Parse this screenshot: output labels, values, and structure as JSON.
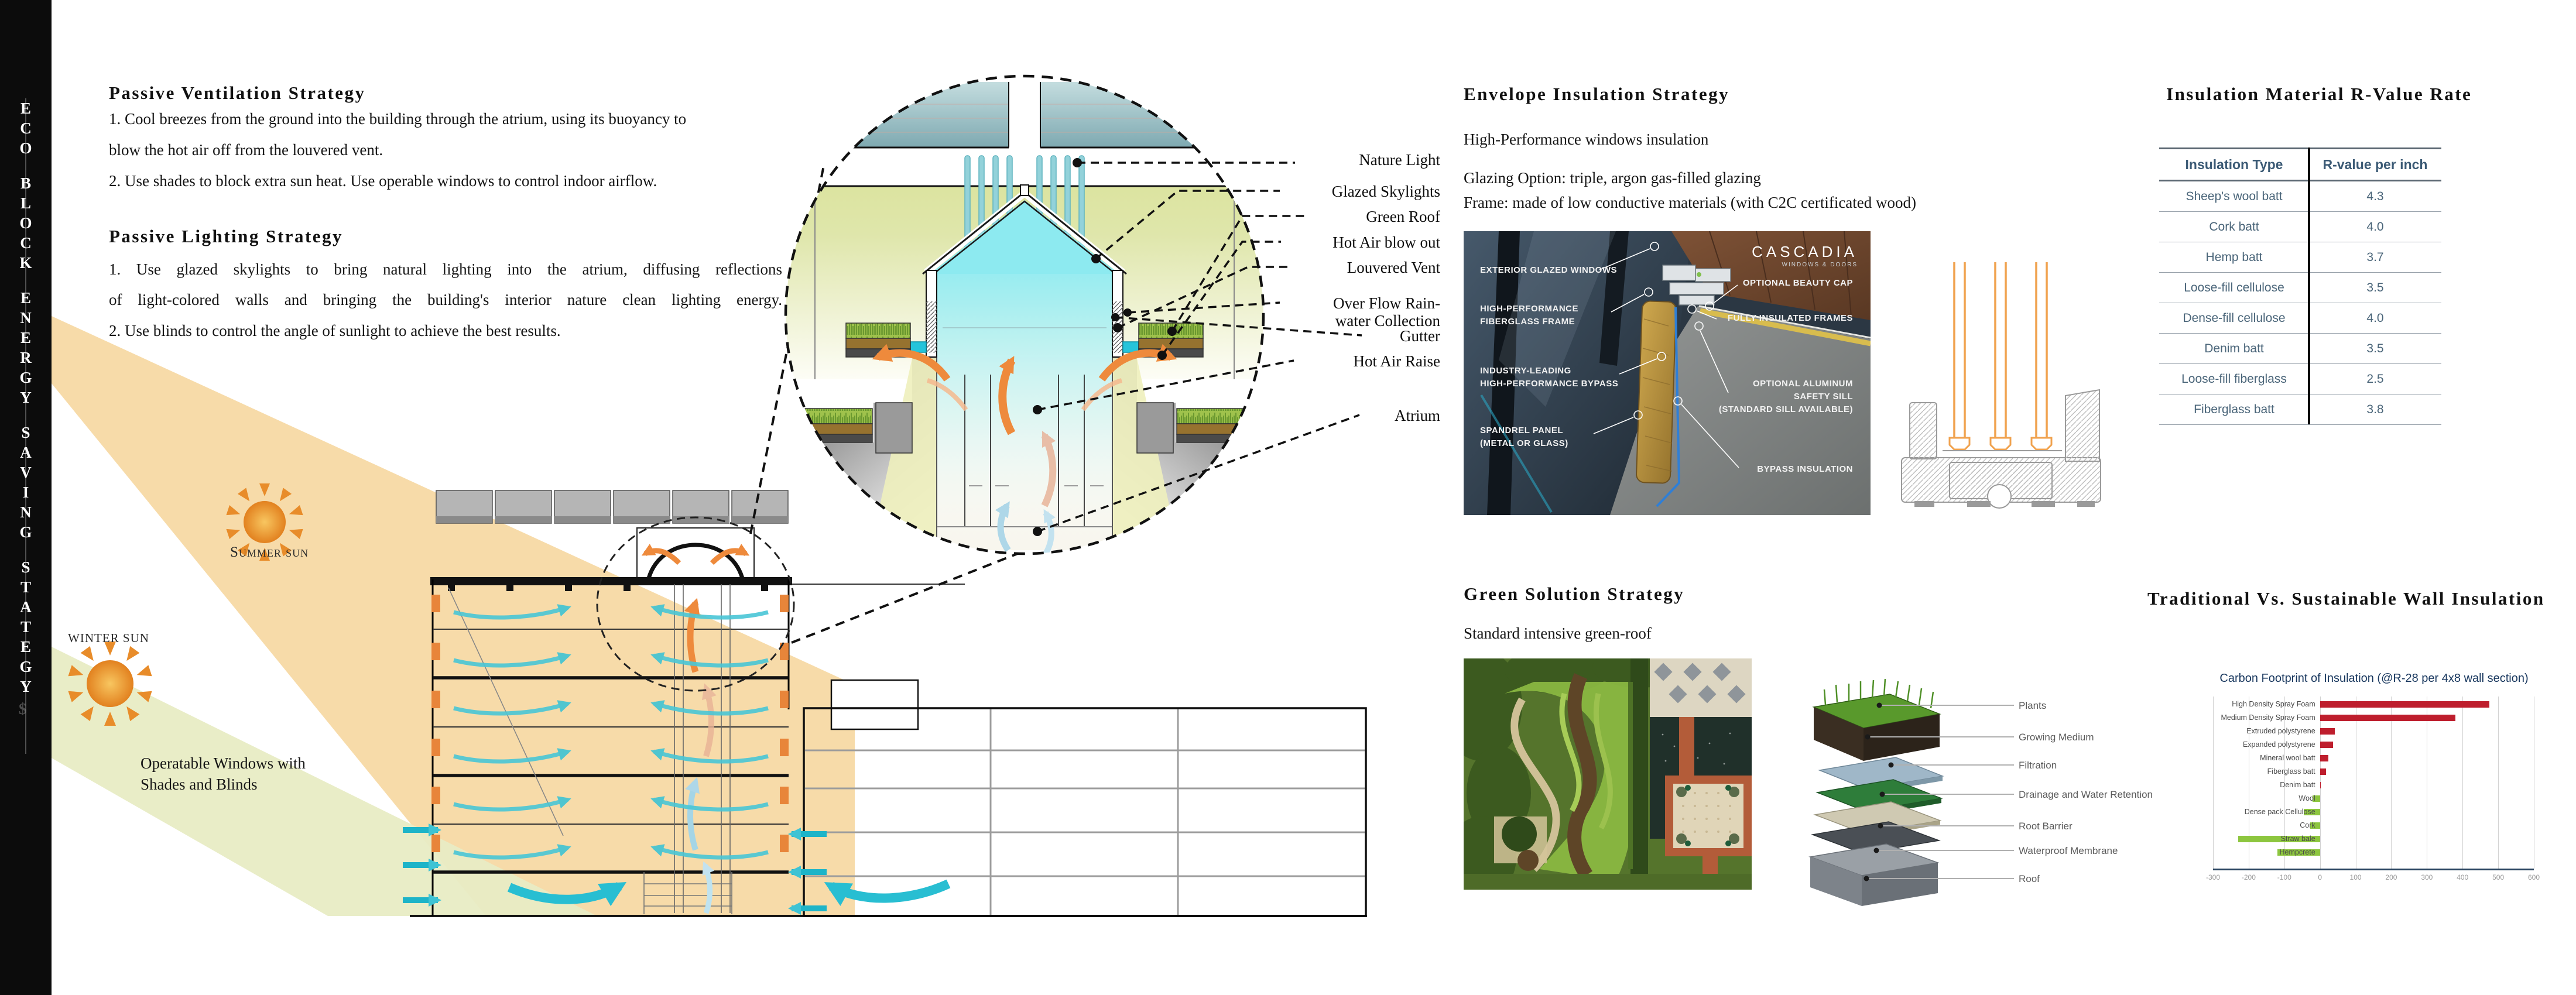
{
  "sidebar": {
    "title_words": [
      "ECO",
      "BLOCK",
      "ENERGY",
      "SAVING",
      "STATEGY"
    ],
    "ghost_glyph": "$"
  },
  "passive_ventilation": {
    "title": "Passive Ventilation Strategy",
    "line1": "1. Cool breezes from the ground into the building through the atrium, using its buoyancy to",
    "line2": "blow the hot air off from the louvered vent.",
    "line3": "2. Use shades to block extra sun heat. Use operable windows to control indoor airflow."
  },
  "passive_lighting": {
    "title": "Passive Lighting Strategy",
    "line1": "1. Use glazed skylights to bring natural lighting into the atrium, diffusing reflections",
    "line2": "of light-colored walls and bringing the building's interior nature clean lighting energy.",
    "line3": "2. Use blinds to control the angle of sunlight to achieve the best results."
  },
  "section_annotations": {
    "summer_sun": "Summer sun",
    "winter_sun": "WINTER SUN",
    "window_note_line1": "Operatable Windows with",
    "window_note_line2": "Shades and Blinds"
  },
  "detail_labels": {
    "nature_light": "Nature Light",
    "glazed_skylights": "Glazed Skylights",
    "green_roof": "Green Roof",
    "hot_air_blow_out": "Hot Air blow out",
    "louvered_vent": "Louvered Vent",
    "overflow_line1": "Over Flow Rain-",
    "overflow_line2": "water Collection",
    "gutter": "Gutter",
    "hot_air_raise": "Hot Air Raise",
    "atrium": "Atrium"
  },
  "envelope": {
    "title": "Envelope Insulation Strategy",
    "line1": "High-Performance windows insulation",
    "line2": "Glazing Option: triple, argon gas-filled glazing",
    "line3": "Frame: made of low conductive materials (with C2C certificated wood)"
  },
  "cascadia": {
    "brand": "CASCADIA",
    "brand_sub": "WINDOWS & DOORS",
    "exterior_glazed": "EXTERIOR GLAZED WINDOWS",
    "high_perf_1": "HIGH-PERFORMANCE",
    "high_perf_2": "FIBERGLASS FRAME",
    "industry_1": "INDUSTRY-LEADING",
    "industry_2": "HIGH-PERFORMANCE BYPASS",
    "spandrel_1": "SPANDREL PANEL",
    "spandrel_2": "(METAL OR GLASS)",
    "beauty_cap": "OPTIONAL BEAUTY CAP",
    "fully_insulated": "FULLY INSULATED FRAMES",
    "alum_1": "OPTIONAL ALUMINUM",
    "alum_2": "SAFETY SILL",
    "alum_3": "(STANDARD SILL AVAILABLE)",
    "bypass": "BYPASS INSULATION"
  },
  "rvalue_table": {
    "title": "Insulation Material R-Value Rate",
    "col1": "Insulation Type",
    "col2": "R-value per inch",
    "rows": [
      [
        "Sheep's wool batt",
        "4.3"
      ],
      [
        "Cork batt",
        "4.0"
      ],
      [
        "Hemp batt",
        "3.7"
      ],
      [
        "Loose-fill cellulose",
        "3.5"
      ],
      [
        "Dense-fill cellulose",
        "4.0"
      ],
      [
        "Denim batt",
        "3.5"
      ],
      [
        "Loose-fill fiberglass",
        "2.5"
      ],
      [
        "Fiberglass batt",
        "3.8"
      ]
    ]
  },
  "green_solution": {
    "title": "Green Solution Strategy",
    "subtitle": "Standard intensive green-roof",
    "layer_labels": [
      "Plants",
      "Growing Medium",
      "Filtration",
      "Drainage and Water Retention",
      "Root Barrier",
      "Waterproof Membrane",
      "Roof"
    ]
  },
  "wall_insulation": {
    "title": "Traditional Vs. Sustainable Wall Insulation"
  },
  "chart_data": {
    "type": "bar",
    "orientation": "horizontal",
    "title": "Carbon Footprint of Insulation (@R-28 per 4x8 wall section)",
    "categories": [
      "High Density Spray Foam",
      "Medium Density Spray Foam",
      "Extruded polystyrene",
      "Expanded polystyrene",
      "Mineral wool batt",
      "Fiberglass batt",
      "Denim batt",
      "Wool",
      "Dense pack Cellulose",
      "Cork",
      "Straw bale",
      "Hempcrete"
    ],
    "values": [
      475,
      380,
      42,
      36,
      24,
      17,
      2,
      -20,
      -45,
      -28,
      -230,
      -120
    ],
    "xlabel": "",
    "ylabel": "",
    "xlim": [
      -300,
      600
    ],
    "xticks": [
      -300,
      -200,
      -100,
      0,
      100,
      200,
      300,
      400,
      500,
      600
    ],
    "positive_color": "#be1e2d",
    "negative_color": "#8dc63f",
    "grid": true,
    "legend": null
  }
}
